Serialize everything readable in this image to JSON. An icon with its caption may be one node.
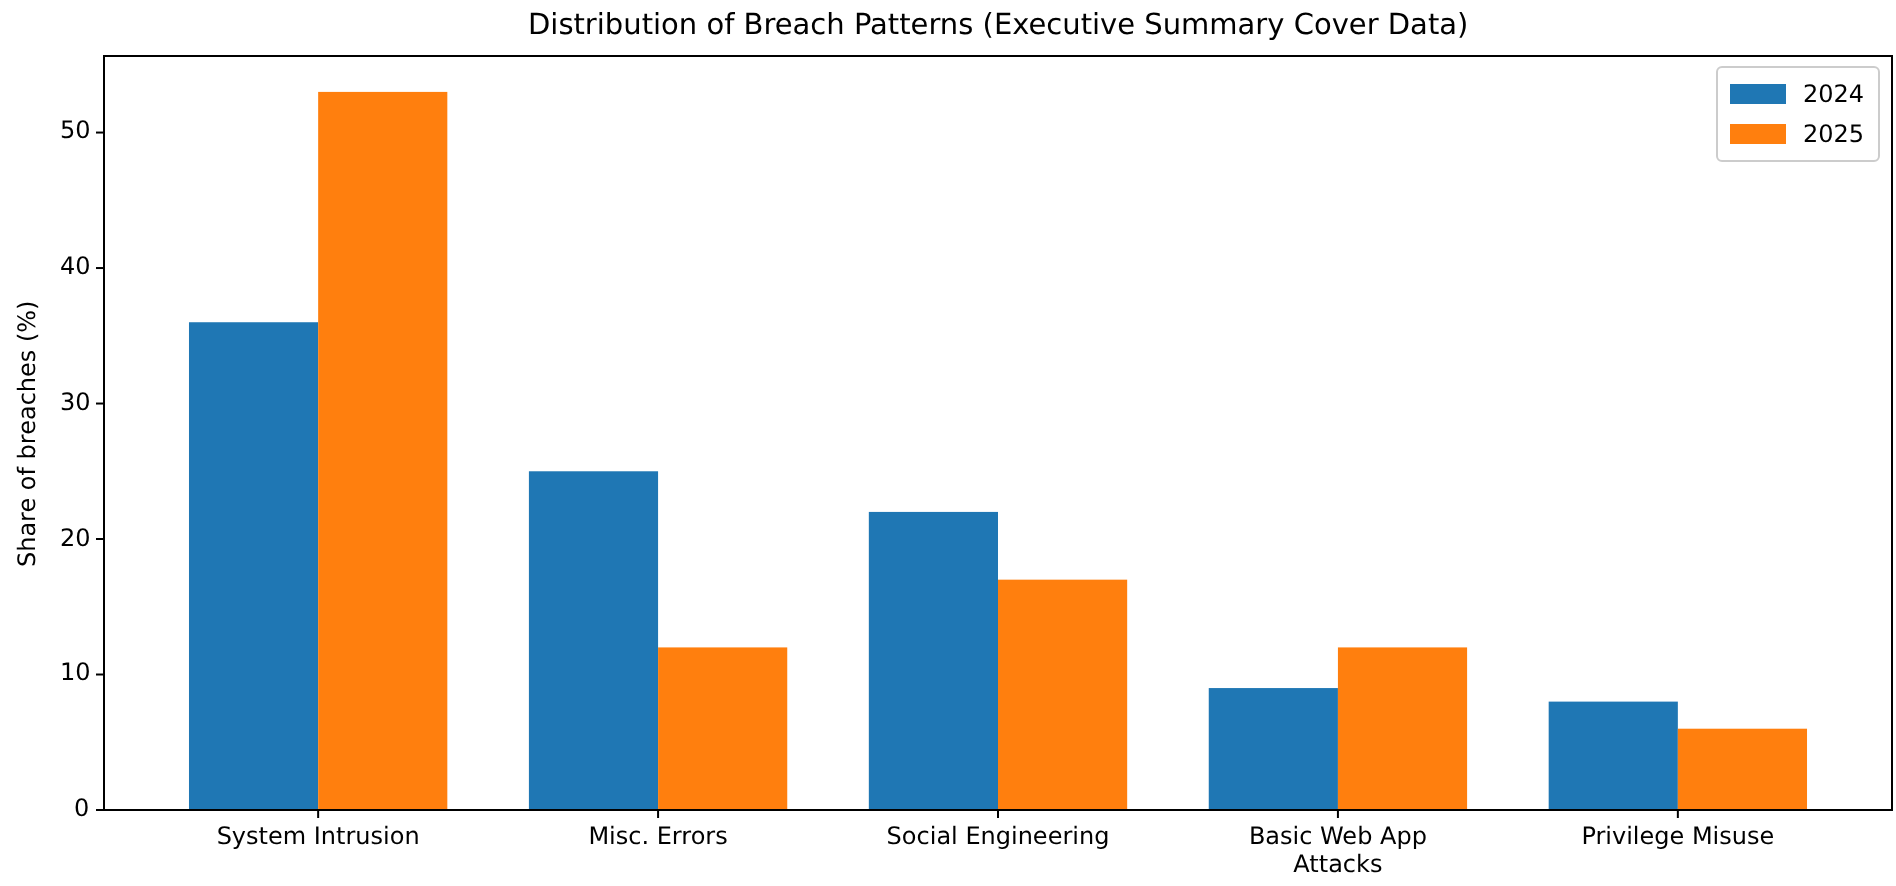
{
  "diagram": {
    "chart_data": {
      "type": "bar",
      "title": "Distribution of Breach Patterns (Executive Summary Cover Data)",
      "ylabel": "Share of breaches (%)",
      "categories": [
        "System Intrusion",
        "Misc. Errors",
        "Social Engineering",
        "Basic Web App Attacks",
        "Privilege Misuse"
      ],
      "series": [
        {
          "name": "2024",
          "color": "#1f77b4",
          "values": [
            36,
            25,
            22,
            9,
            8
          ]
        },
        {
          "name": "2025",
          "color": "#ff7f0e",
          "values": [
            53,
            12,
            17,
            12,
            6
          ]
        }
      ],
      "legend": "upper right",
      "ylim": [
        0,
        55.65
      ],
      "yticks": [
        0,
        10,
        20,
        30,
        40,
        50
      ]
    }
  }
}
